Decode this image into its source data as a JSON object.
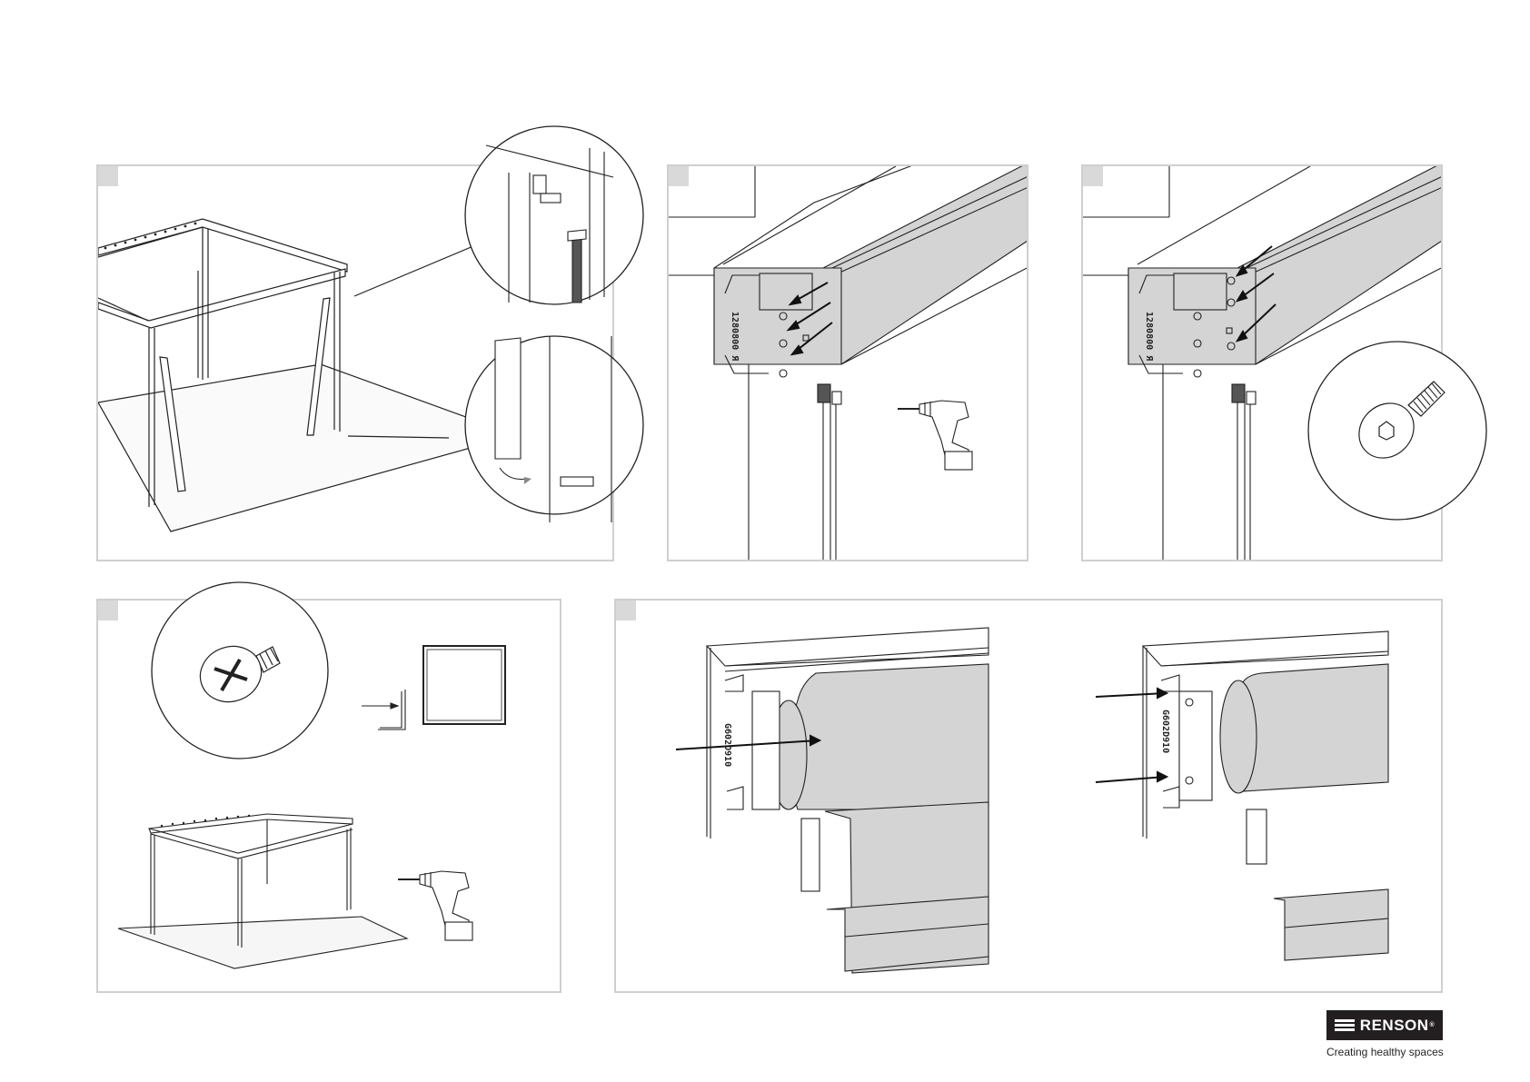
{
  "brand": {
    "name": "RENSON",
    "tagline": "Creating healthy spaces",
    "colors": {
      "logo_background": "#231f20",
      "logo_text": "#ffffff"
    }
  },
  "panels": [
    {
      "id": "step-1",
      "subject": "pergola frame with corner detail",
      "icons": [
        "zoom-circle-icon",
        "rotate-arrow-icon"
      ]
    },
    {
      "id": "step-2",
      "subject": "profile drilling",
      "icons": [
        "drill-icon",
        "arrow-icon"
      ],
      "profile_code": "1280800 Я"
    },
    {
      "id": "step-3",
      "subject": "profile fixing",
      "icons": [
        "countersunk-screw-icon",
        "arrow-icon"
      ],
      "profile_code": "1280800 Я"
    },
    {
      "id": "step-4",
      "subject": "pergola frame fixing",
      "icons": [
        "pan-head-screw-icon",
        "drill-icon",
        "corner-profile-icon"
      ]
    },
    {
      "id": "step-5",
      "subject": "screen roller installation",
      "icons": [
        "arrow-icon"
      ],
      "roller_code": "G602D910"
    }
  ],
  "colors": {
    "panel_border": "#cfcfcf",
    "step_tab": "#d9d9d9",
    "fill_grey": "#d4d4d4",
    "line": "#222222"
  }
}
